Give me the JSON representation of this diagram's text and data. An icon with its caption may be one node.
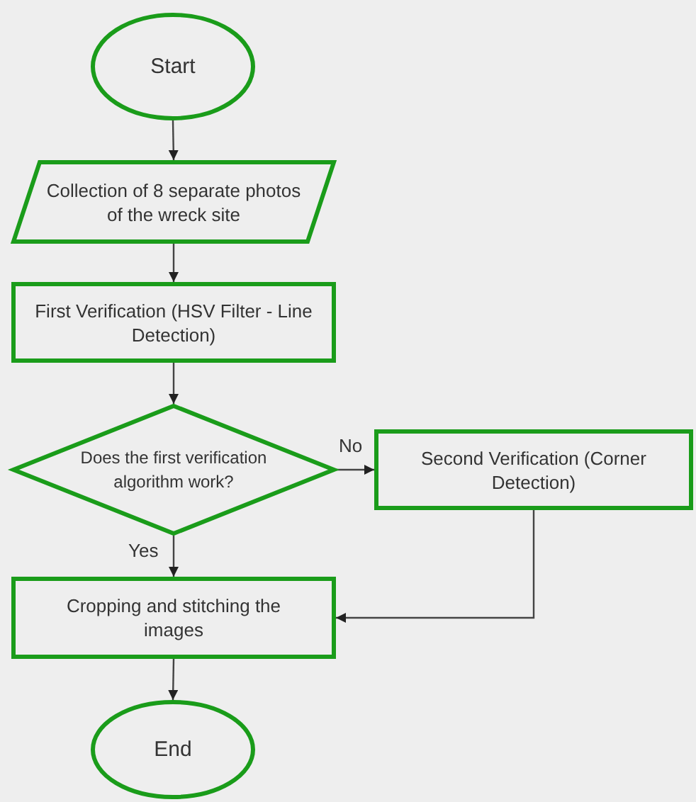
{
  "diagram": {
    "nodes": [
      {
        "text": [
          "Start"
        ]
      },
      {
        "text": [
          "Collection of 8 separate photos of the wreck site"
        ]
      },
      {
        "text": [
          "First Verification (HSV Filter - Line Detection)"
        ]
      },
      {
        "text": [
          "Does the first verification algorithm work?"
        ]
      },
      {
        "text": [
          "Second Verification (Corner Detection)"
        ]
      },
      {
        "text": [
          "Cropping and stitching the images"
        ]
      },
      {
        "text": [
          "End"
        ]
      }
    ],
    "edges": [
      {
        "from": 0,
        "to": 1,
        "arrow": "to"
      },
      {
        "from": 1,
        "to": 2,
        "arrow": "to"
      },
      {
        "from": 2,
        "to": 3,
        "arrow": "to"
      },
      {
        "from": 3,
        "to": 4,
        "arrow": "to",
        "label": "No"
      },
      {
        "from": 3,
        "to": 5,
        "arrow": "to",
        "label": "Yes"
      },
      {
        "from": 4,
        "to": 5,
        "arrow": "to"
      },
      {
        "from": 5,
        "to": 6,
        "arrow": "to"
      }
    ]
  }
}
